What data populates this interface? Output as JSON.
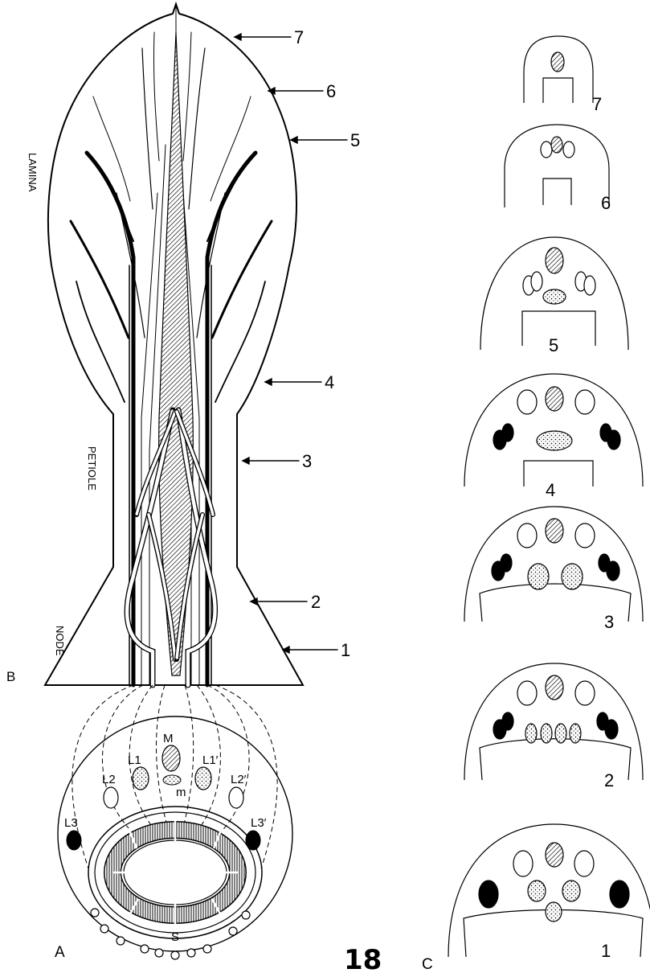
{
  "figure_number": "18",
  "panel_labels": {
    "a": "A",
    "b": "B",
    "c": "C"
  },
  "region_labels": {
    "lamina": "LAMINA",
    "petiole": "PETIOLE",
    "node": "NODE"
  },
  "section_level_arrows": [
    "1",
    "2",
    "3",
    "4",
    "5",
    "6",
    "7"
  ],
  "section_labels": [
    "7",
    "6",
    "5",
    "4",
    "3",
    "2",
    "1"
  ],
  "trace_labels": {
    "m_upper": "M",
    "m_lower": "m",
    "l1": "L1",
    "l1p": "L1′",
    "l2": "L2",
    "l2p": "L2′",
    "l3": "L3",
    "l3p": "L3′",
    "s": "S"
  },
  "colors": {
    "ink": "#000000",
    "paper": "#ffffff",
    "hatch": "#000000"
  }
}
